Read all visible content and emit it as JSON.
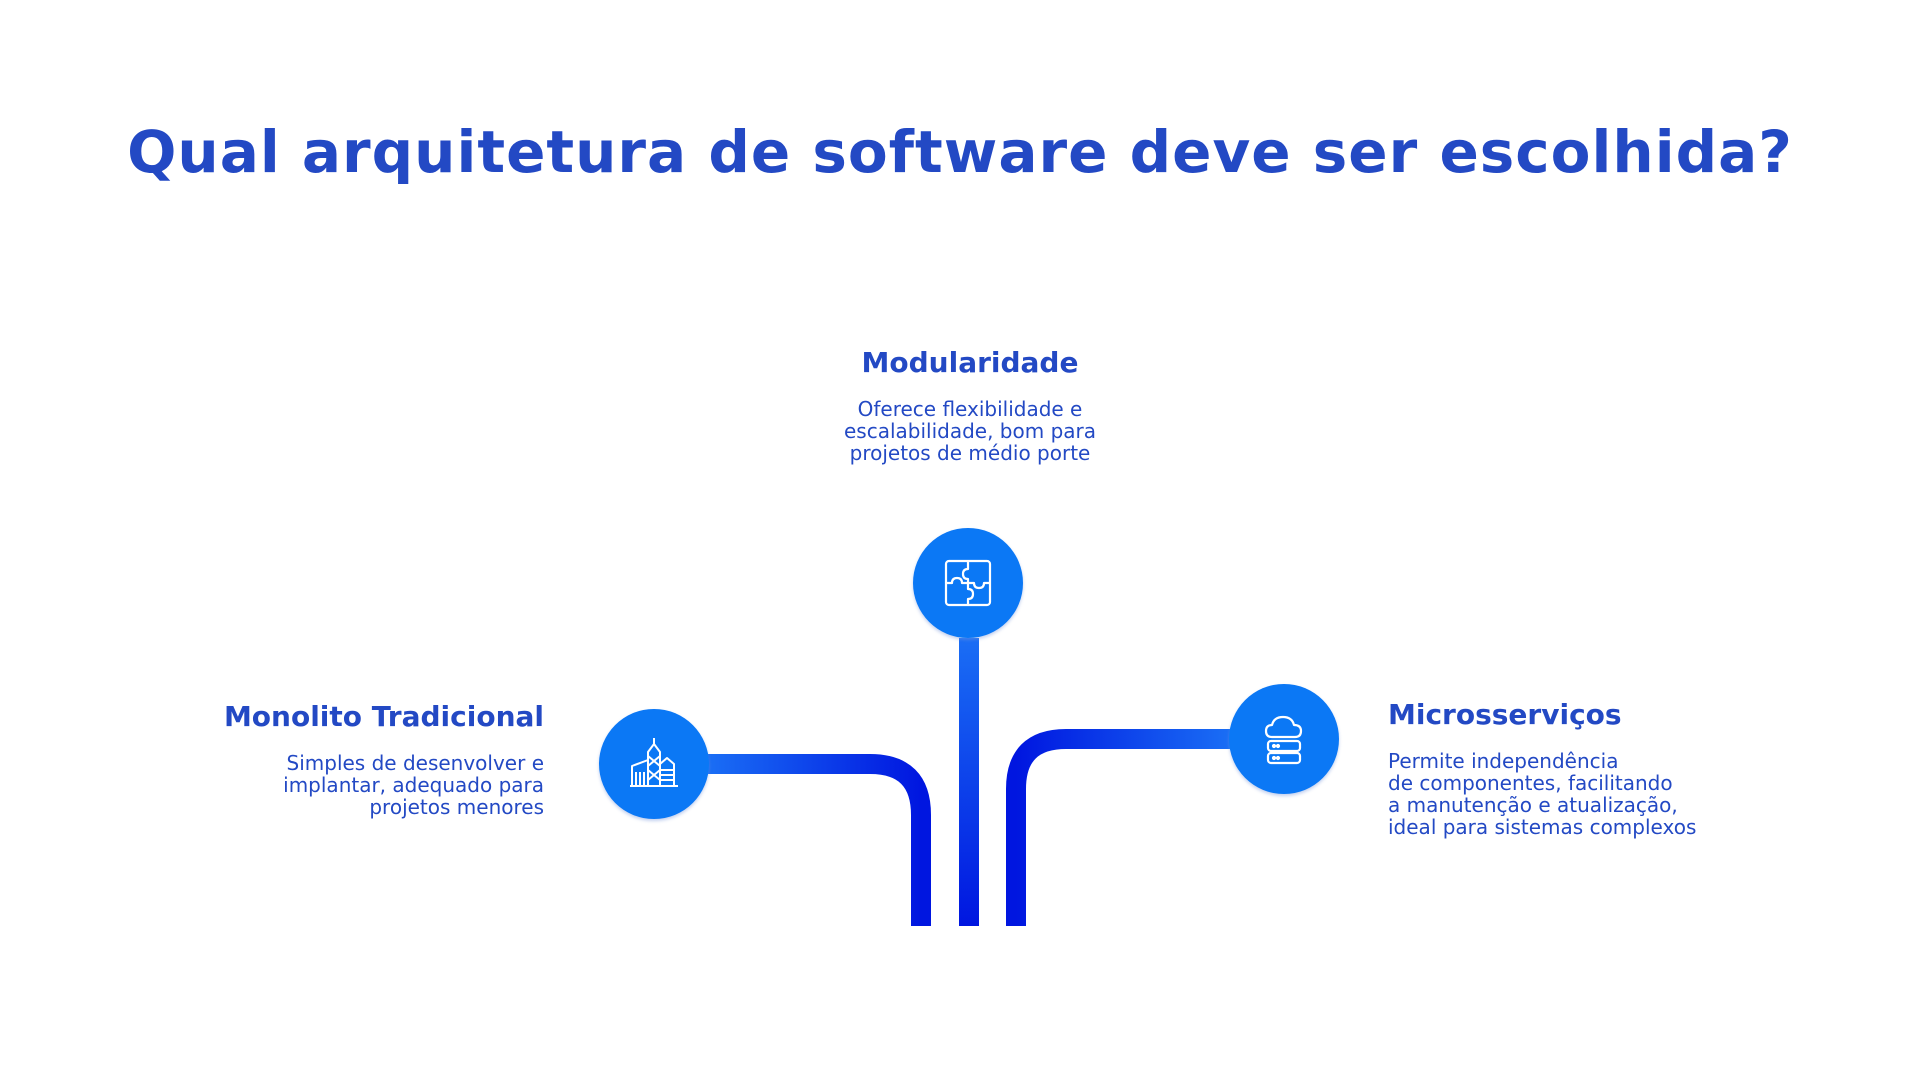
{
  "title": "Qual arquitetura de software deve ser escolhida?",
  "colors": {
    "text": "#2349c4",
    "circle": "#0b78f5",
    "line_light": "#1a6ef5",
    "line_dark": "#0016e0",
    "background": "#ffffff"
  },
  "options": [
    {
      "id": "monolito",
      "heading": "Monolito Tradicional",
      "icon": "buildings-icon",
      "description_lines": [
        "Simples de desenvolver e",
        "implantar, adequado para",
        "projetos menores"
      ]
    },
    {
      "id": "modularidade",
      "heading": "Modularidade",
      "icon": "puzzle-icon",
      "description_lines": [
        "Oferece flexibilidade e",
        "escalabilidade, bom para",
        "projetos de médio porte"
      ]
    },
    {
      "id": "microsservicos",
      "heading": "Microsserviços",
      "icon": "cloud-server-icon",
      "description_lines": [
        "Permite independência",
        "de componentes, facilitando",
        "a manutenção e atualização,",
        "ideal para sistemas complexos"
      ]
    }
  ]
}
